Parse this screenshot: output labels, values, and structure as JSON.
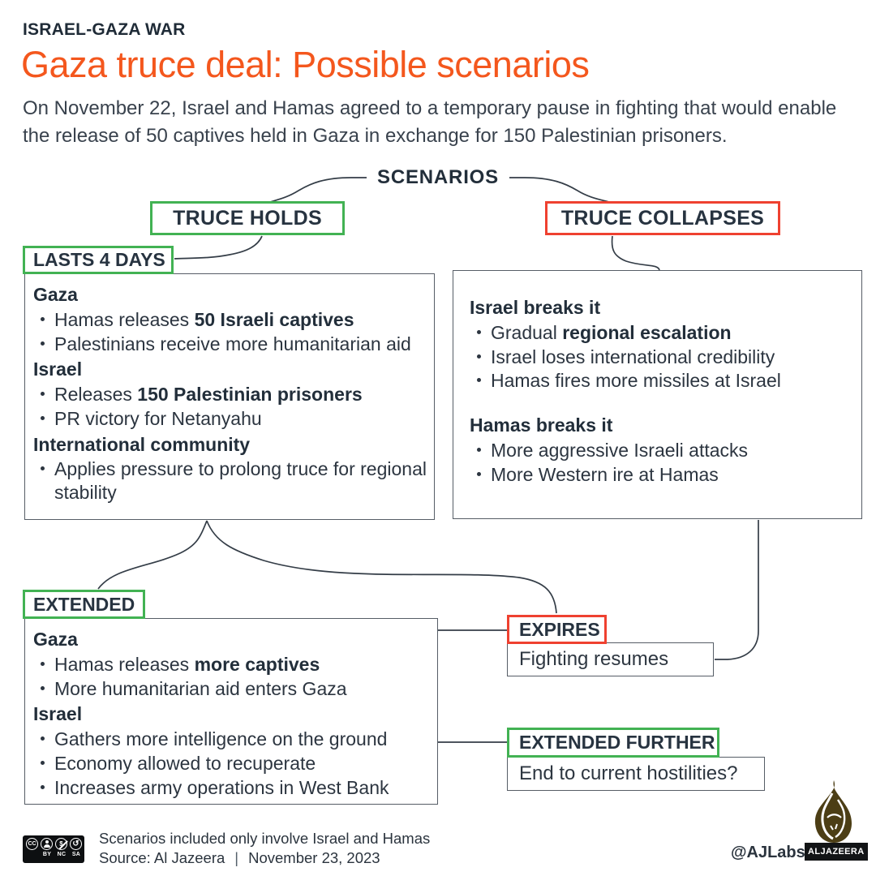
{
  "colors": {
    "orange": "#F4571D",
    "green": "#42B253",
    "red": "#EF4130",
    "navy": "#243140",
    "box-border": "#565D66",
    "line": "#343D47",
    "logo-gold": "#4C3E15"
  },
  "header": {
    "kicker": "ISRAEL-GAZA WAR",
    "title": "Gaza truce deal: Possible scenarios",
    "intro": "On November 22, Israel and Hamas agreed to a temporary pause in fighting that would enable the release of 50 captives held in Gaza in exchange for 150 Palestinian prisoners."
  },
  "tree": {
    "root_label": "SCENARIOS",
    "holds_label": "TRUCE HOLDS",
    "collapses_label": "TRUCE COLLAPSES",
    "lasts_tag": "LASTS 4 DAYS",
    "extended_tag": "EXTENDED",
    "expires_tag": "EXPIRES",
    "expires_note": "Fighting resumes",
    "extended_further_tag": "EXTENDED FURTHER",
    "extended_further_note": "End to current hostilities?"
  },
  "boxes": {
    "lasts": {
      "sections": [
        {
          "header": "Gaza",
          "bullets": [
            [
              {
                "t": "Hamas releases ",
                "b": false
              },
              {
                "t": "50 Israeli captives",
                "b": true
              }
            ],
            [
              {
                "t": "Palestinians receive more humanitarian aid",
                "b": false
              }
            ]
          ]
        },
        {
          "header": "Israel",
          "bullets": [
            [
              {
                "t": "Releases ",
                "b": false
              },
              {
                "t": "150 Palestinian prisoners",
                "b": true
              }
            ],
            [
              {
                "t": "PR victory for Netanyahu",
                "b": false
              }
            ]
          ]
        },
        {
          "header": "International community",
          "bullets": [
            [
              {
                "t": "Applies pressure to prolong truce for regional stability",
                "b": false
              }
            ]
          ]
        }
      ]
    },
    "collapses": {
      "sections": [
        {
          "header": "Israel breaks it",
          "bullets": [
            [
              {
                "t": "Gradual ",
                "b": false
              },
              {
                "t": "regional escalation",
                "b": true
              }
            ],
            [
              {
                "t": "Israel loses international credibility",
                "b": false
              }
            ],
            [
              {
                "t": "Hamas fires more missiles at Israel",
                "b": false
              }
            ]
          ]
        },
        {
          "header": "Hamas breaks it",
          "gap_before": true,
          "bullets": [
            [
              {
                "t": "More aggressive Israeli attacks",
                "b": false
              }
            ],
            [
              {
                "t": "More Western ire at Hamas",
                "b": false
              }
            ]
          ]
        }
      ]
    },
    "extended": {
      "sections": [
        {
          "header": "Gaza",
          "bullets": [
            [
              {
                "t": "Hamas releases ",
                "b": false
              },
              {
                "t": "more captives",
                "b": true
              }
            ],
            [
              {
                "t": "More humanitarian aid enters Gaza",
                "b": false
              }
            ]
          ]
        },
        {
          "header": "Israel",
          "bullets": [
            [
              {
                "t": "Gathers more intelligence on the ground",
                "b": false
              }
            ],
            [
              {
                "t": "Economy allowed to recuperate",
                "b": false
              }
            ],
            [
              {
                "t": "Increases army operations in West Bank",
                "b": false
              }
            ]
          ]
        }
      ]
    }
  },
  "footer": {
    "license_note": "Scenarios included only involve Israel and Hamas",
    "source_line": "Source: Al Jazeera",
    "date": "November 23, 2023",
    "handle": "@AJLabs",
    "brand": "ALJAZEERA",
    "cc": {
      "logo": "CC",
      "nc_glyph": "$",
      "sa_glyph": "↺",
      "labels": [
        "BY",
        "NC",
        "SA"
      ]
    }
  }
}
